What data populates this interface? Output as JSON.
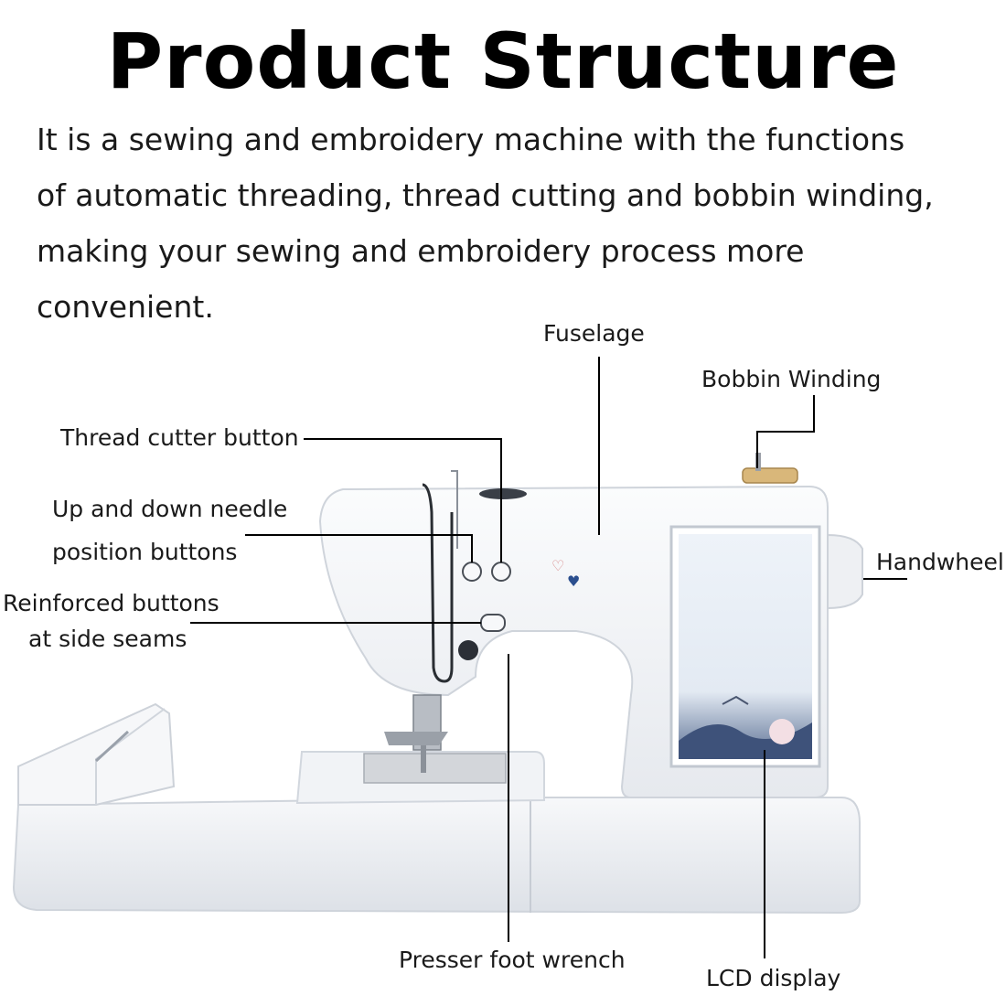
{
  "title": "Product Structure",
  "description_lines": [
    "It is a sewing and embroidery machine with the functions",
    "of automatic threading, thread cutting and bobbin winding,",
    "making your sewing and embroidery process more",
    "convenient."
  ],
  "labels": {
    "fuselage": "Fuselage",
    "bobbin_winding": "Bobbin Winding",
    "thread_cutter": "Thread cutter button",
    "needle_line1": "Up and down needle",
    "needle_line2": "position buttons",
    "reinforced_line1": "Reinforced buttons",
    "reinforced_line2": "at side seams",
    "handwheel": "Handwheel",
    "presser_foot": "Presser foot wrench",
    "lcd": "LCD display"
  },
  "colors": {
    "machine_body": "#f4f6f9",
    "machine_shadow": "#d9dde4",
    "screen_bg": "#e8eef6",
    "leader_line": "#000000"
  }
}
